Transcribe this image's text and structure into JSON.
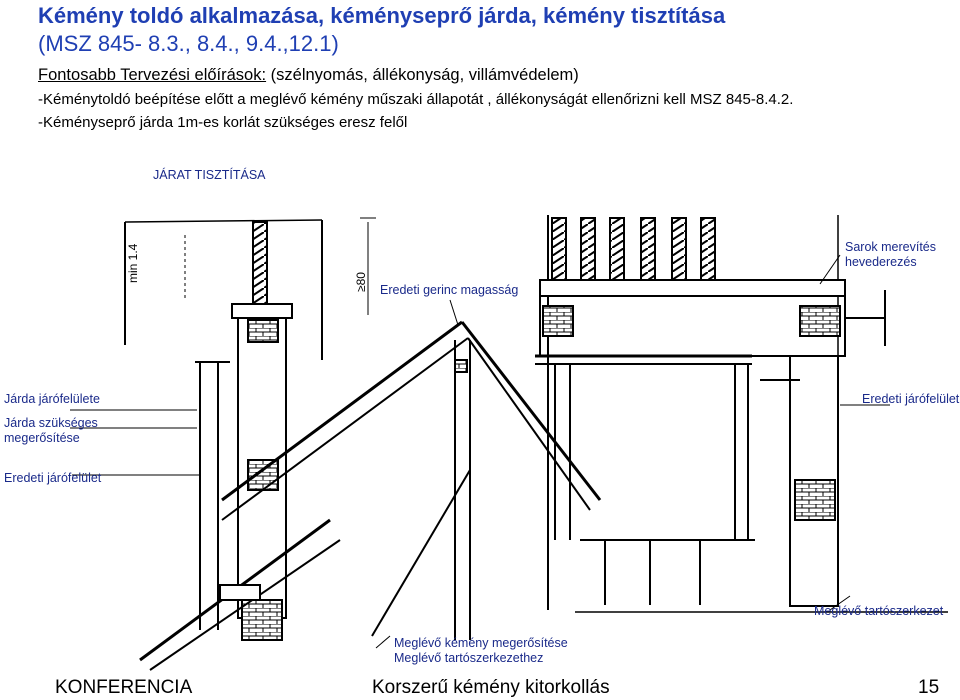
{
  "title": {
    "line1": "Kémény toldó alkalmazása, kéményseprő járda, kémény tisztítása",
    "line2": "(MSZ 845- 8.3., 8.4., 9.4.,12.1)"
  },
  "requirements": {
    "heading_underlined": "Fontosabb Tervezési előírások:",
    "heading_rest": " (szélnyomás, állékonyság, villámvédelem)",
    "item1": "-Kéménytoldó beépítése előtt a meglévő kémény műszaki állapotát , állékonyságát ellenőrizni kell MSZ 845-8.4.2.",
    "item2": "-Kéményseprő járda 1m-es korlát szükséges eresz felől"
  },
  "diagram": {
    "labels": {
      "jarat": "JÁRAT TISZTÍTÁSA",
      "gerinc": "Eredeti gerinc magasság",
      "sarok": "Sarok merevítés hevederezés",
      "jarda_jaro": "Járda járófelülete",
      "jarda_szukseges": "Járda szükséges megerősítése",
      "eredeti_left": "Eredeti járófelület",
      "eredeti_right": "Eredeti járófelület",
      "tartoszerkezet": "Meglévő tartószerkezet",
      "kemeny_meg1": "Meglévő kémény megerősítése",
      "kemeny_meg2": "Meglévő tartószerkezethez"
    },
    "dimensions": {
      "min": "min 1.4",
      "ge80": "≥80"
    }
  },
  "footer": {
    "left": "KONFERENCIA",
    "center": "Korszerű kémény kitorkollás",
    "page": "15"
  }
}
